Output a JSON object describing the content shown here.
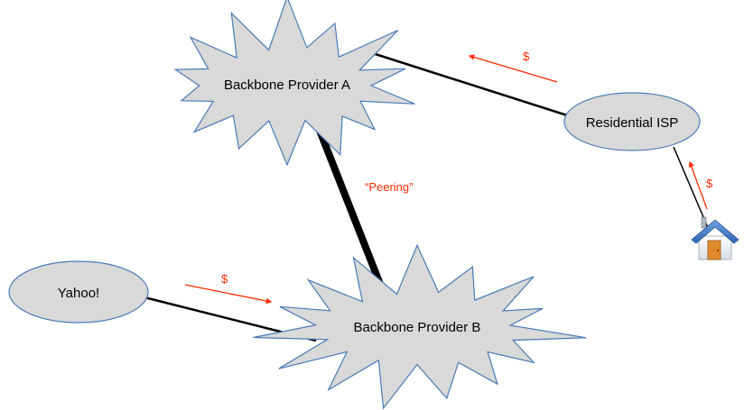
{
  "nodes": {
    "backbone_a": "Backbone Provider A",
    "backbone_b": "Backbone Provider B",
    "residential_isp": "Residential ISP",
    "yahoo": "Yahoo!"
  },
  "edges": {
    "peering_label": "“Peering”",
    "payment_label": "$"
  },
  "icons": {
    "home": "house-icon"
  },
  "colors": {
    "node_fill": "#d9d9d9",
    "node_stroke": "#4a7ab8",
    "link": "#000000",
    "payment": "#ff2a00"
  }
}
